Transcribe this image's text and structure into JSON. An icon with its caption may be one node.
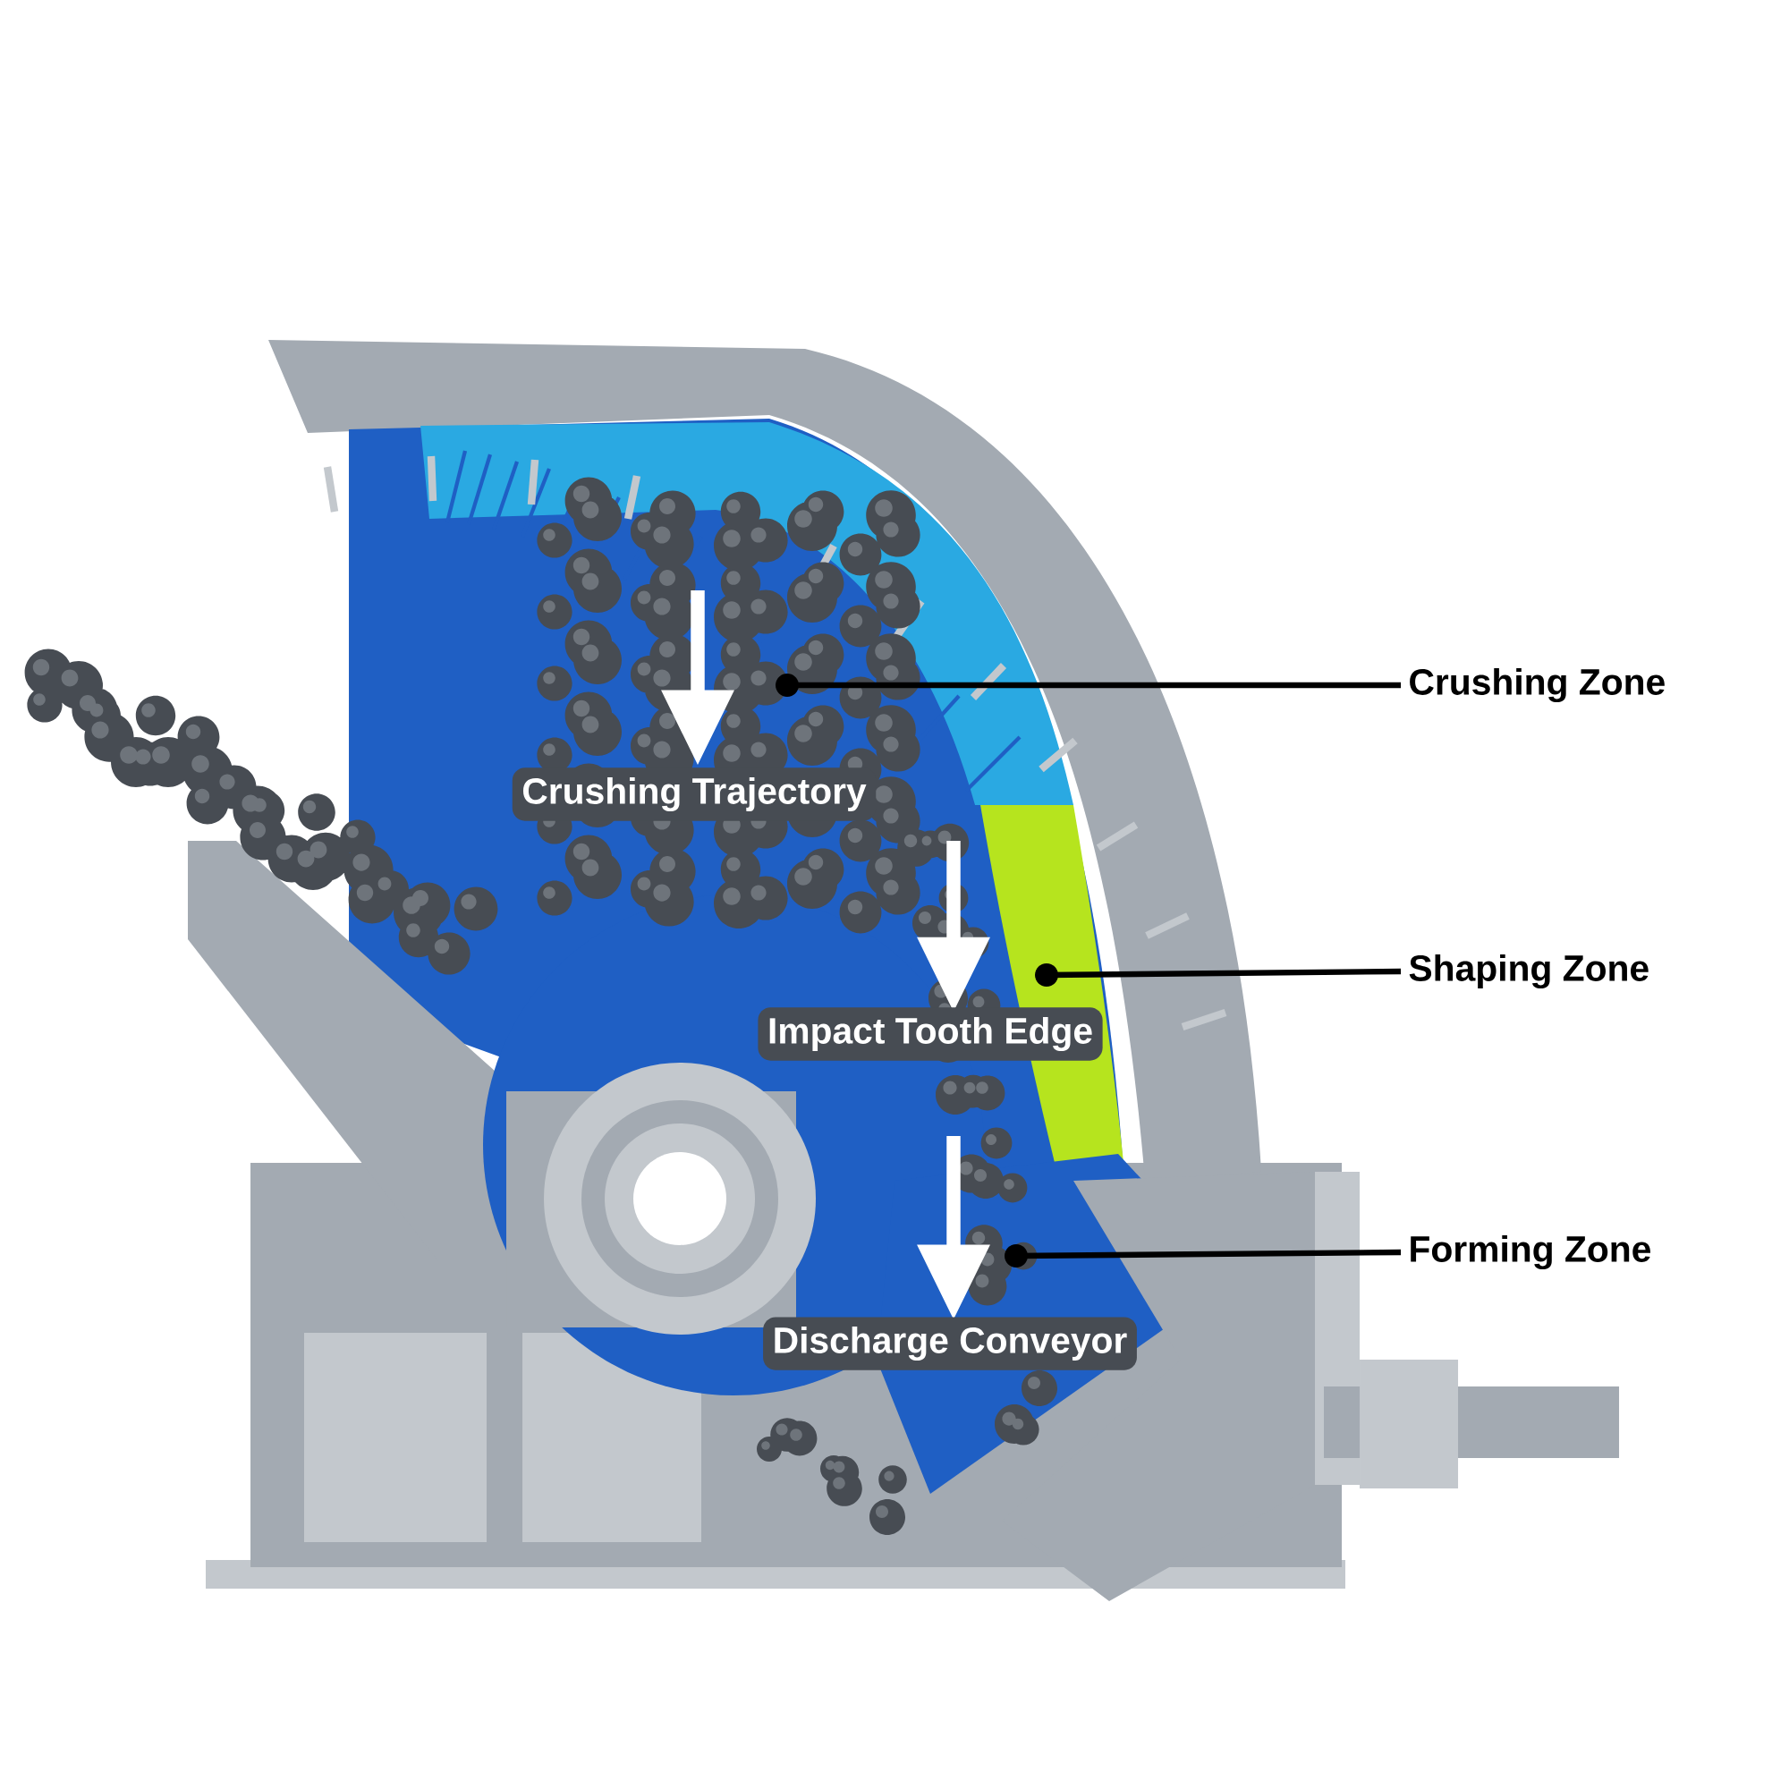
{
  "diagram": {
    "nodes": [
      {
        "text": [
          "Crushing Zone"
        ]
      },
      {
        "text": [],
        "shape": "circle"
      },
      {
        "text": [
          "Shaping Zone"
        ]
      },
      {
        "text": [],
        "shape": "circle"
      },
      {
        "text": [
          "Forming Zone"
        ]
      },
      {
        "text": [],
        "shape": "circle"
      }
    ],
    "edges": [
      {
        "from": 0,
        "to": 1,
        "arrow": "none"
      },
      {
        "from": 2,
        "to": 3,
        "arrow": "none"
      },
      {
        "from": 4,
        "to": 5,
        "arrow": "none"
      }
    ],
    "labels": [
      "Crushing Trajectory",
      "Impact Tooth Edge",
      "Discharge Conveyor"
    ]
  }
}
